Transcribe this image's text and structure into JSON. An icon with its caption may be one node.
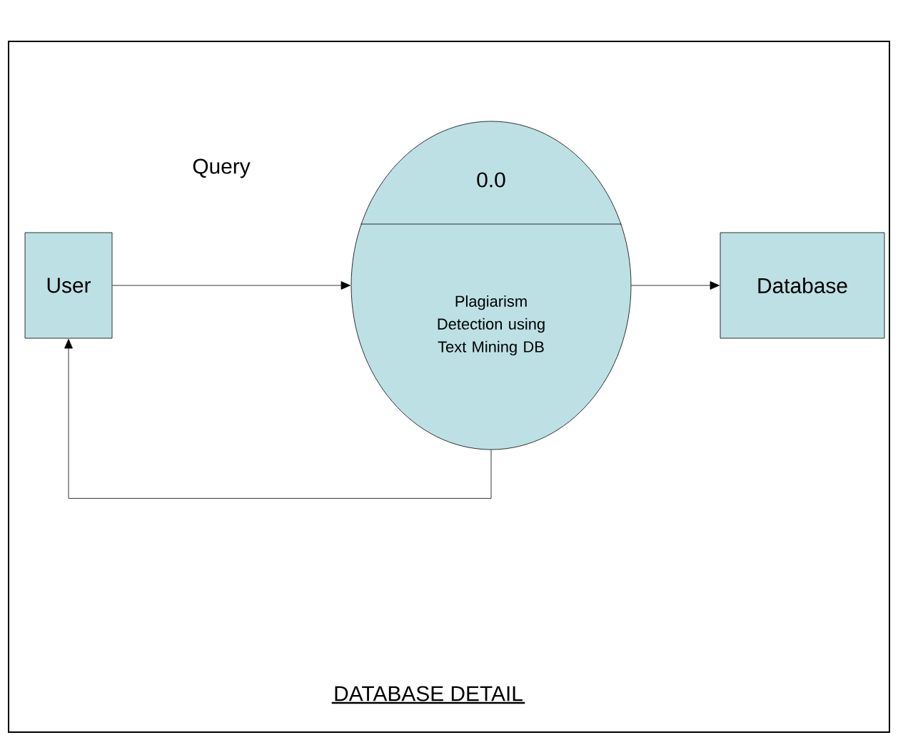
{
  "diagram": {
    "caption": "DATABASE DETAIL",
    "nodes": [
      {
        "text": [
          "User"
        ]
      },
      {
        "text": [
          "0.0",
          "Plagiarism Detection using Text Mining DB"
        ]
      },
      {
        "text": [
          "Database"
        ]
      }
    ],
    "edges": [
      {
        "from": 0,
        "to": 1,
        "arrow": "to"
      },
      {
        "from": 1,
        "to": 2,
        "arrow": "to"
      },
      {
        "from": 1,
        "to": 0,
        "arrow": "to"
      }
    ],
    "labels": [
      "Query"
    ]
  }
}
